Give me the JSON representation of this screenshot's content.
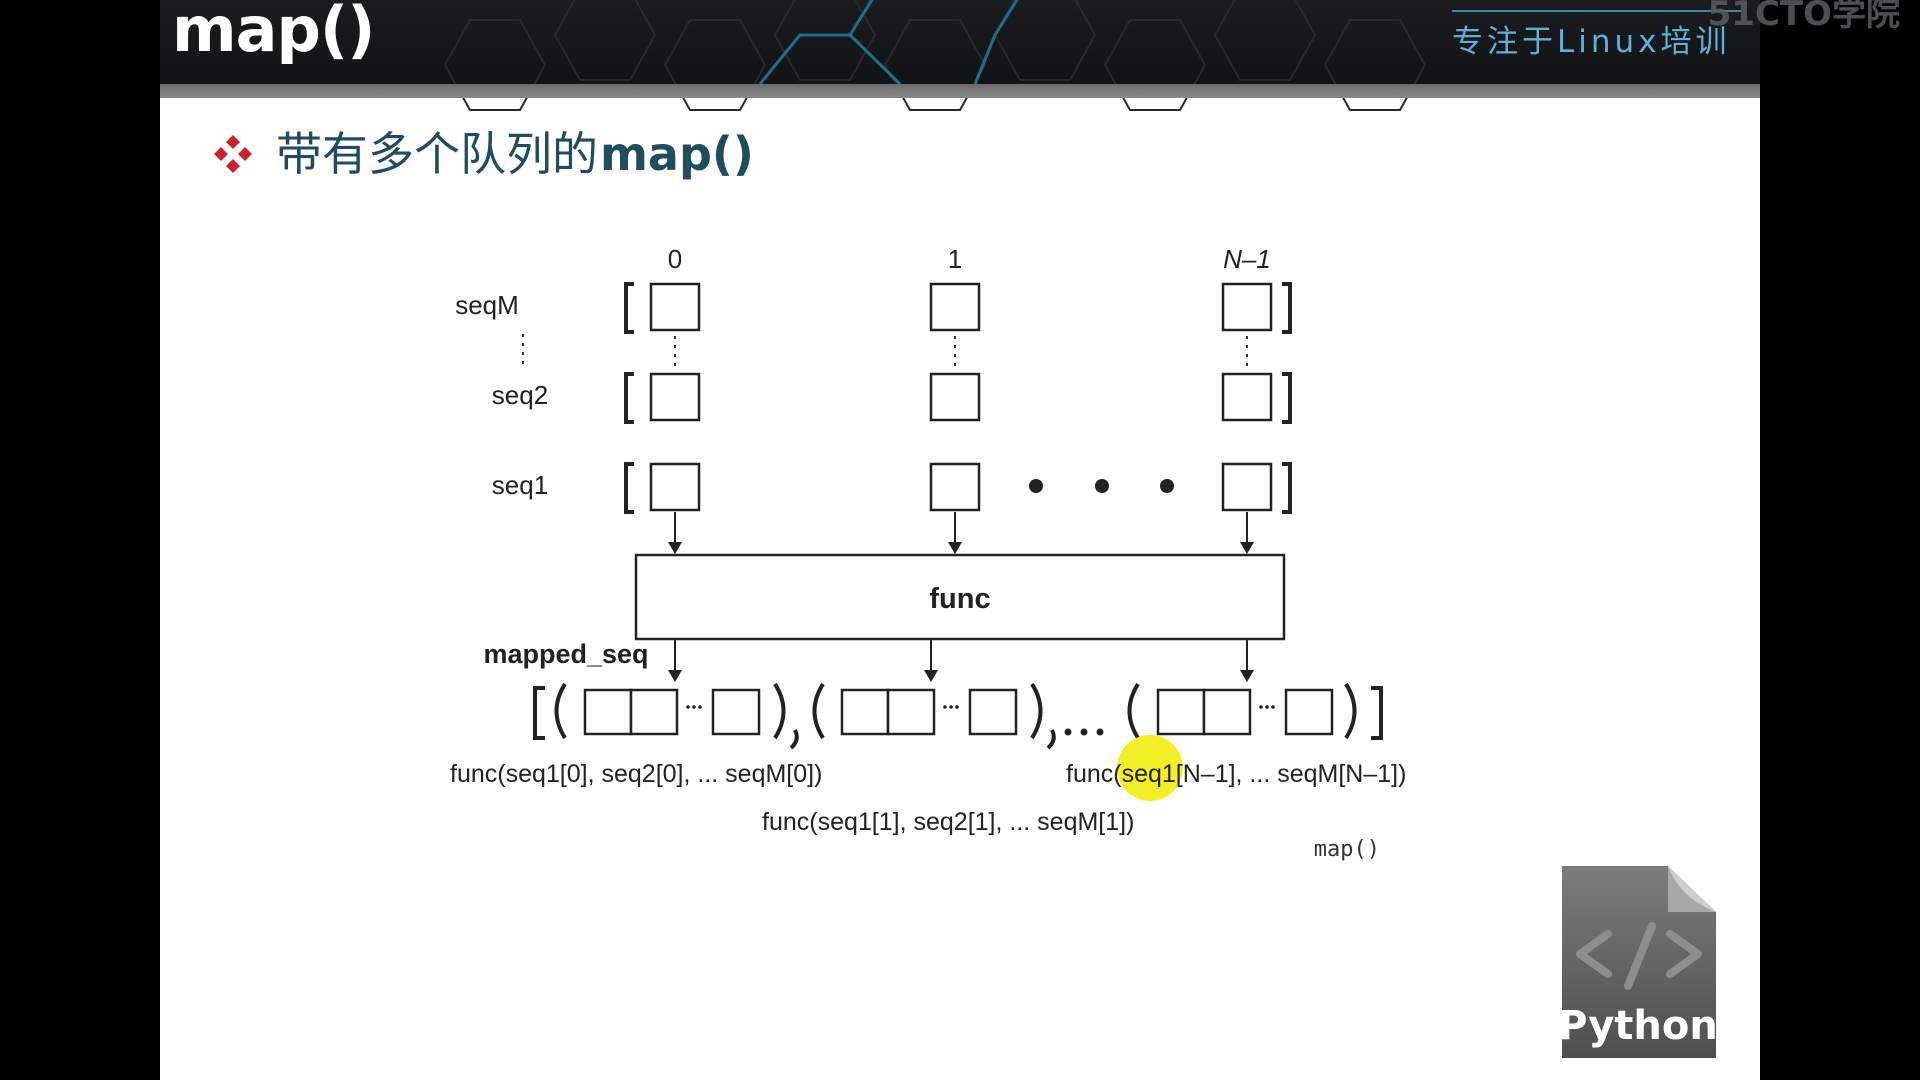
{
  "header": {
    "title": "map()",
    "tagline": "专注于Linux培训",
    "brand": "51CTO学院"
  },
  "subheading": {
    "bullet_icon": "red-diamond-cluster-icon",
    "text": "带有多个队列的",
    "code": "map()"
  },
  "colors": {
    "accent_red": "#c8232c",
    "heading_teal": "#1f4d5e",
    "tagline_blue": "#5fb0d8",
    "highlight_yellow": "#f2ee12"
  },
  "diagram": {
    "index_labels": [
      "0",
      "1",
      "N–1"
    ],
    "sequence_labels": [
      "seqM",
      "seq2",
      "seq1"
    ],
    "function_label": "func",
    "output_label": "mapped_seq",
    "caption_first": "func(seq1[0], seq2[0], ... seqM[0])",
    "caption_second": "func(seq1[1], seq2[1], ... seqM[1])",
    "caption_last": "func(seq1[N–1], ... seqM[N–1])",
    "figure_tag": "map()"
  },
  "badge": {
    "icon": "code-brackets-icon",
    "label": "Python"
  }
}
